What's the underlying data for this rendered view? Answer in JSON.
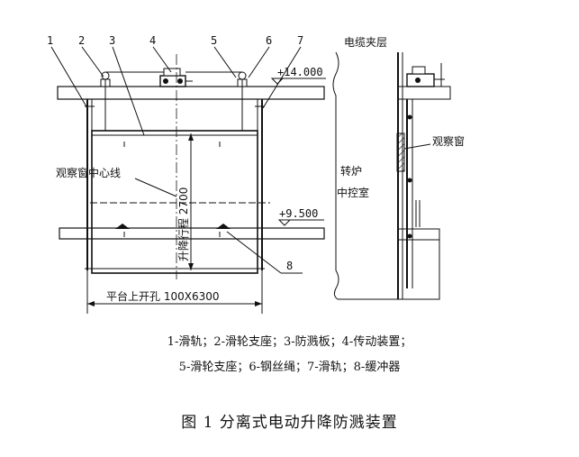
{
  "figure": {
    "part_numbers": [
      "1",
      "2",
      "3",
      "4",
      "5",
      "6",
      "7",
      "8"
    ],
    "elevation_upper": "+14.000",
    "elevation_lower": "+9.500",
    "window_centerline_label": "观察窗中心线",
    "lift_stroke_label": "升降行程 2700",
    "opening_label": "平台上开孔 100X6300",
    "cable_layer_label": "电缆夹层",
    "observation_window_label": "观察窗",
    "control_room_line1": "转炉",
    "control_room_line2": "中控室"
  },
  "legend": {
    "line1": "1-滑轨；2-滑轮支座；3-防溅板；4-传动装置；",
    "line2": "5-滑轮支座；6-钢丝绳；7-滑轨；8-缓冲器"
  },
  "caption": "图 1    分离式电动升降防溅装置"
}
